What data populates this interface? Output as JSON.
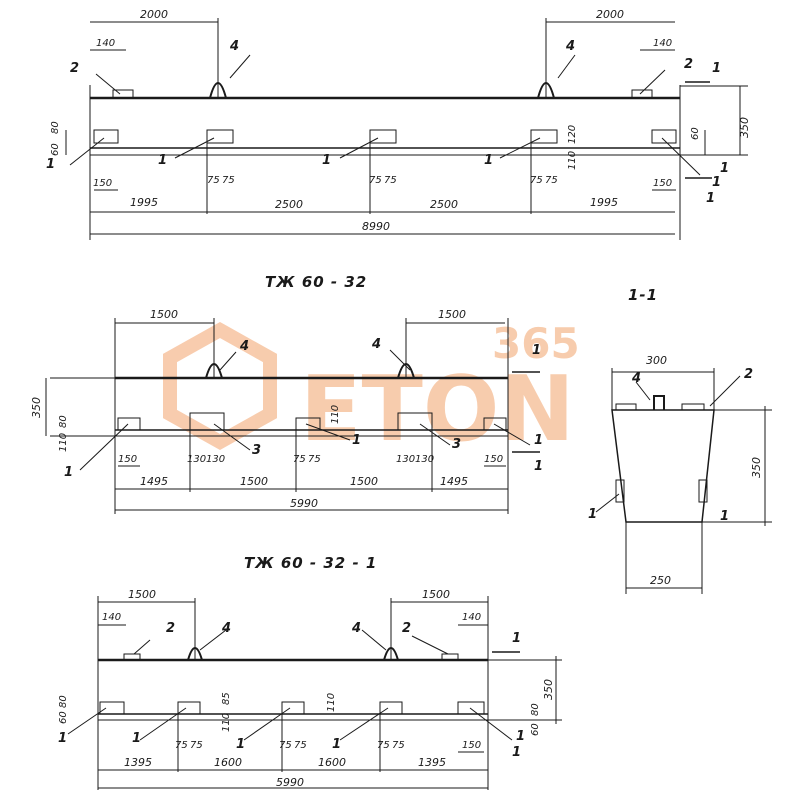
{
  "watermark": {
    "number": "365",
    "brand": "ETON",
    "color": "#f2a36b"
  },
  "ink_color": "#1a1a1a",
  "beam_a": {
    "top_dims": [
      "2000",
      "2000"
    ],
    "edge_dims": [
      "140",
      "140"
    ],
    "height": "350",
    "left_offsets": [
      "80",
      "60"
    ],
    "right_offset": "60",
    "mid_dims": [
      "120",
      "110"
    ],
    "pad_dims": [
      "150",
      "75",
      "75",
      "75",
      "75",
      "75",
      "75",
      "150"
    ],
    "spans": [
      "1995",
      "2500",
      "2500",
      "1995"
    ],
    "total": "8990",
    "markers": [
      "2",
      "4",
      "4",
      "2",
      "1",
      "1",
      "1",
      "1",
      "1",
      "1",
      "1",
      "1"
    ]
  },
  "beam_b": {
    "title": "ТЖ 60 - 32",
    "top_dims": [
      "1500",
      "1500"
    ],
    "height": "350",
    "left_offsets": [
      "80",
      "110"
    ],
    "mid_dim": "110",
    "pad_dims": [
      "150",
      "130",
      "130",
      "75",
      "75",
      "130",
      "130",
      "150"
    ],
    "spans": [
      "1495",
      "1500",
      "1500",
      "1495"
    ],
    "total": "5990",
    "markers": [
      "4",
      "4",
      "1",
      "1",
      "3",
      "1",
      "3",
      "1",
      "1"
    ]
  },
  "section": {
    "title": "1-1",
    "top_width": "300",
    "bottom_width": "250",
    "height": "350",
    "markers": [
      "4",
      "2",
      "1",
      "1"
    ]
  },
  "beam_c": {
    "title": "ТЖ 60 - 32 - 1",
    "top_dims": [
      "1500",
      "1500"
    ],
    "edge_dims": [
      "140",
      "140"
    ],
    "height": "350",
    "left_offsets": [
      "80",
      "60"
    ],
    "mid_dims": [
      "85",
      "110",
      "110"
    ],
    "right_offsets": [
      "80",
      "60"
    ],
    "pad_dims": [
      "75",
      "75",
      "75",
      "75",
      "75",
      "75",
      "150"
    ],
    "spans": [
      "1395",
      "1600",
      "1600",
      "1395"
    ],
    "total": "5990",
    "markers": [
      "2",
      "4",
      "4",
      "2",
      "1",
      "1",
      "1",
      "1",
      "1",
      "1",
      "1"
    ]
  }
}
